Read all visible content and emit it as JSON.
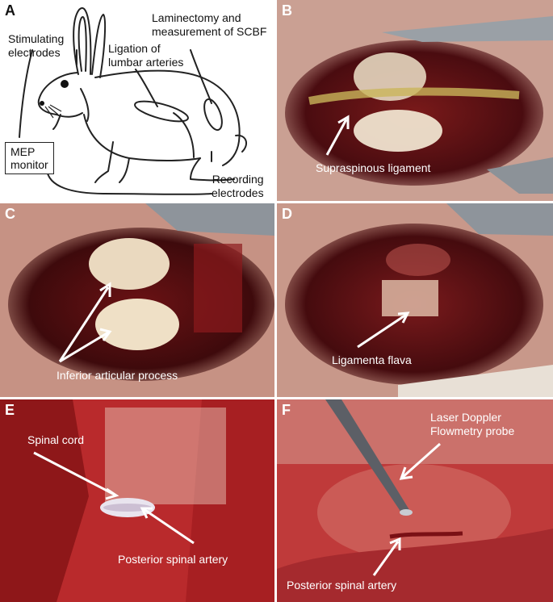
{
  "panels": {
    "a": {
      "label": "A",
      "stimulating": [
        "Stimulating",
        "electrodes"
      ],
      "ligation": [
        "Ligation of",
        "lumbar arteries"
      ],
      "laminectomy": [
        "Laminectomy and",
        "measurement of SCBF"
      ],
      "mep": [
        "MEP",
        "monitor"
      ],
      "recording": [
        "Recording",
        "electrodes"
      ]
    },
    "b": {
      "label": "B",
      "caption": "Supraspinous ligament"
    },
    "c": {
      "label": "C",
      "caption": "Inferior articular process"
    },
    "d": {
      "label": "D",
      "caption": "Ligamenta flava"
    },
    "e": {
      "label": "E",
      "caption_cord": "Spinal cord",
      "caption_artery": "Posterior spinal artery"
    },
    "f": {
      "label": "F",
      "caption_probe": [
        "Laser Doppler",
        "Flowmetry probe"
      ],
      "caption_artery": "Posterior spinal artery"
    }
  },
  "colors": {
    "tissue_dark": "#5a0f12",
    "tissue_red": "#a8242a",
    "bone": "#e9dcc5",
    "label_light": "#ffffff"
  }
}
